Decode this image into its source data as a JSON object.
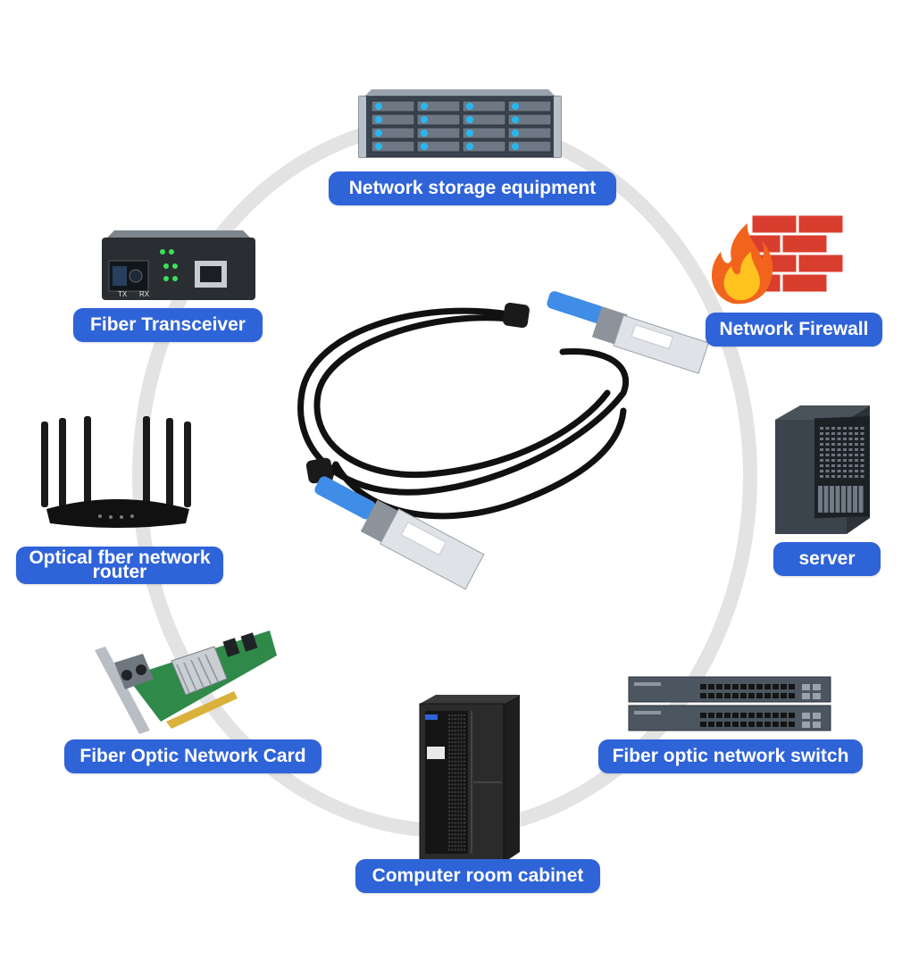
{
  "labels": {
    "storage": "Network storage equipment",
    "transceiver": "Fiber Transceiver",
    "firewall": "Network Firewall",
    "router_line1": "Optical fber network",
    "router_line2": "router",
    "server": "server",
    "network_card": "Fiber Optic Network Card",
    "switch": "Fiber optic network switch",
    "cabinet": "Computer room cabinet"
  },
  "transceiver_markings": {
    "tx": "TX",
    "rx": "RX"
  },
  "colors": {
    "label_bg": "#2f63d8",
    "ring": "#e3e3e3",
    "cable": "#111111",
    "connector_pull_tab": "#3f8de6"
  },
  "icons": [
    "storage-server-icon",
    "firewall-icon",
    "fiber-transceiver-icon",
    "tower-server-icon",
    "router-icon",
    "network-card-icon",
    "network-switch-icon",
    "server-cabinet-icon",
    "dac-cable-icon"
  ]
}
